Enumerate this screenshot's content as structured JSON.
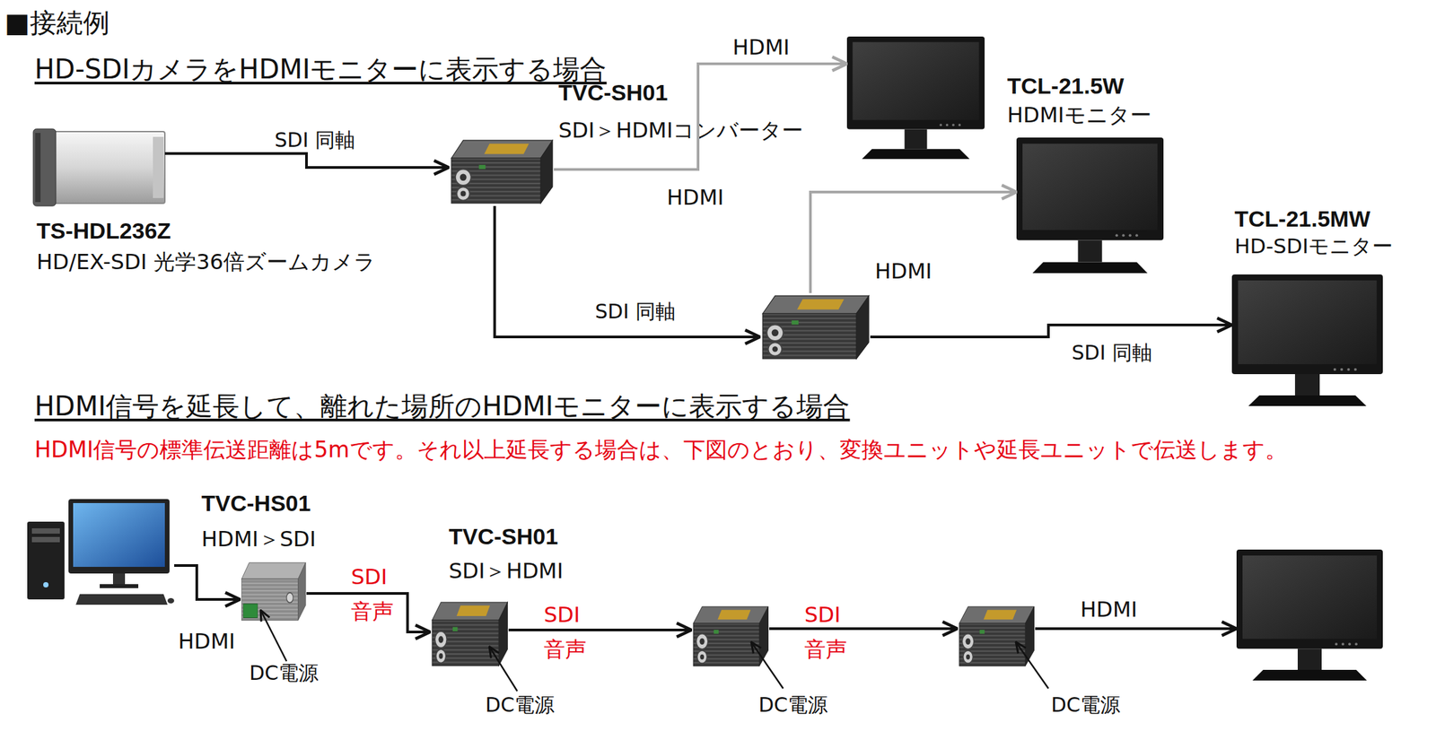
{
  "diagram": {
    "title": "■接続例",
    "nodes": [
      {
        "text": [
          "TS-HDL236Z",
          "HD/EX-SDI 光学36倍ズームカメラ"
        ]
      },
      {
        "text": [
          "TVC-SH01",
          "SDI＞HDMIコンバーター"
        ]
      },
      {
        "text": [
          "TCL-21.5W",
          "HDMIモニター"
        ]
      },
      {
        "text": []
      },
      {
        "text": []
      },
      {
        "text": [
          "TCL-21.5MW",
          "HD-SDIモニター"
        ]
      },
      {
        "text": []
      },
      {
        "text": [
          "TVC-HS01",
          "HDMI＞SDI"
        ]
      },
      {
        "text": [
          "TVC-SH01",
          "SDI＞HDMI"
        ]
      },
      {
        "text": []
      },
      {
        "text": []
      },
      {
        "text": []
      }
    ],
    "edges": [
      {
        "from": 0,
        "to": 1,
        "arrow": "to",
        "label": "SDI 同軸"
      },
      {
        "from": 1,
        "to": 2,
        "arrow": "to",
        "label": "HDMI"
      },
      {
        "from": 1,
        "to": 4,
        "arrow": "to",
        "label": "SDI 同軸"
      },
      {
        "from": 4,
        "to": 3,
        "arrow": "to",
        "label": "HDMI"
      },
      {
        "from": 4,
        "to": 5,
        "arrow": "to",
        "label": "SDI 同軸"
      },
      {
        "from": 6,
        "to": 7,
        "arrow": "to",
        "label": "HDMI"
      },
      {
        "from": 7,
        "to": 8,
        "arrow": "to",
        "label": "SDI 音声"
      },
      {
        "from": 8,
        "to": 9,
        "arrow": "to",
        "label": "SDI 音声"
      },
      {
        "from": 9,
        "to": 10,
        "arrow": "to",
        "label": "SDI 音声"
      },
      {
        "from": 10,
        "to": 11,
        "arrow": "to",
        "label": "HDMI"
      }
    ],
    "labels": [
      "HD-SDIカメラをHDMIモニターに表示する場合",
      "HDMI",
      "HDMI信号を延長して、離れた場所のHDMIモニターに表示する場合",
      "HDMI信号の標準伝送距離は5mです。それ以上延長する場合は、下図のとおり、変換ユニットや延長ユニットで伝送します。",
      "DC電源",
      "DC電源",
      "DC電源",
      "DC電源"
    ]
  }
}
